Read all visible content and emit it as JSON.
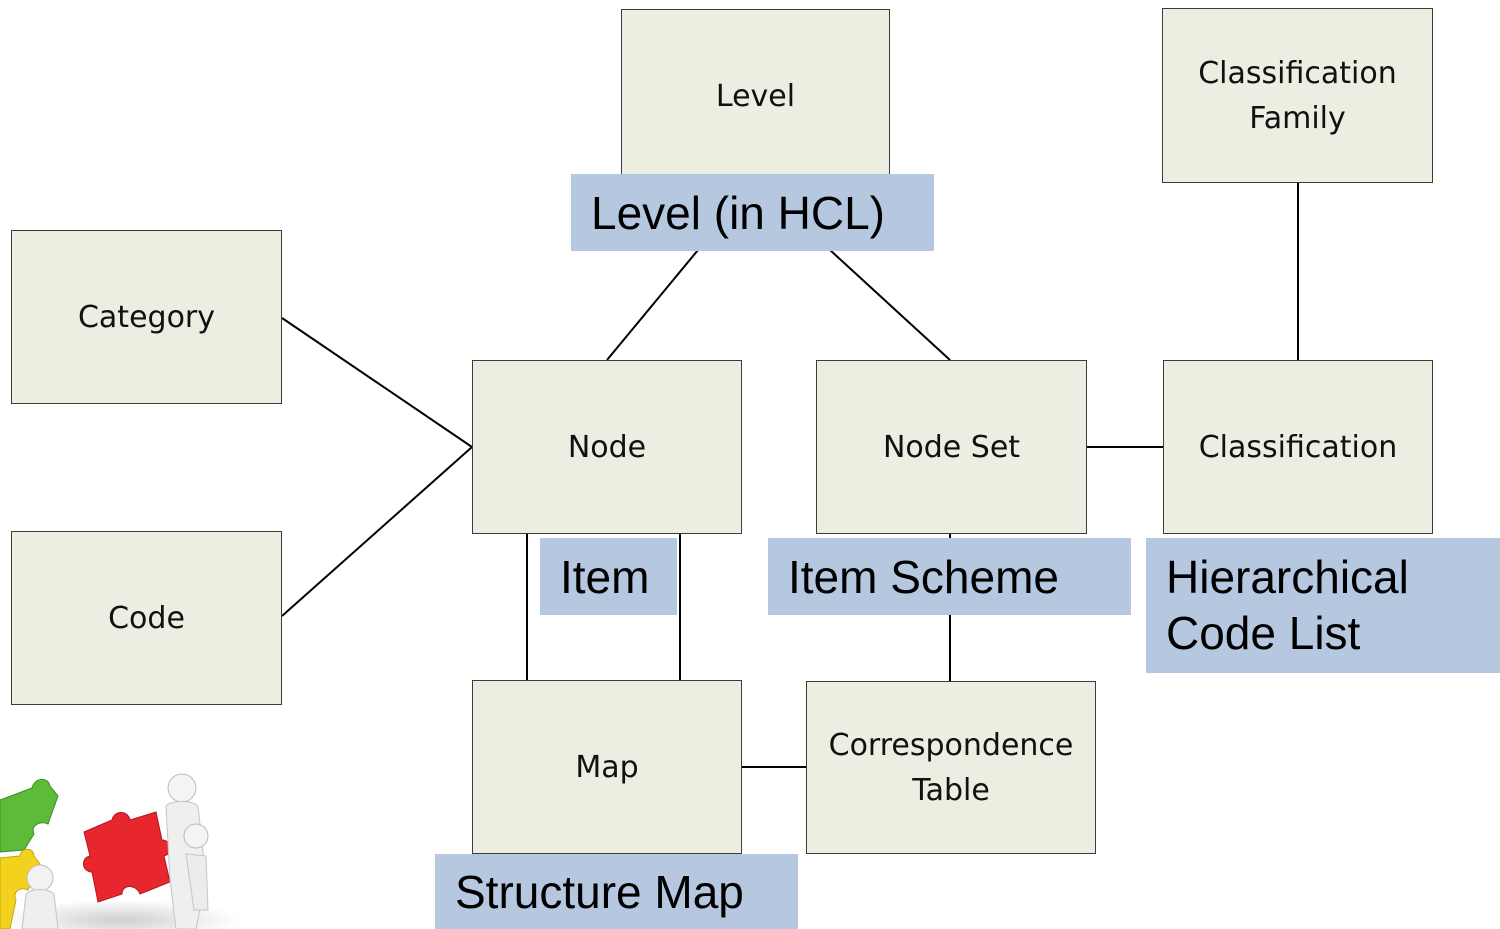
{
  "boxes": {
    "level": "Level",
    "classification_family": "Classification\nFamily",
    "category": "Category",
    "node": "Node",
    "node_set": "Node Set",
    "classification": "Classification",
    "code": "Code",
    "map": "Map",
    "correspondence_table": "Correspondence\nTable"
  },
  "labels": {
    "level_hcl": "Level (in HCL)",
    "item": "Item",
    "item_scheme": "Item Scheme",
    "hierarchical_code_list": "Hierarchical\nCode List",
    "structure_map": "Structure Map"
  },
  "colors": {
    "box_fill": "#ebeee0",
    "label_fill": "#b6c8e0",
    "line": "#000000"
  },
  "illustration": "puzzle-figures-illustration"
}
